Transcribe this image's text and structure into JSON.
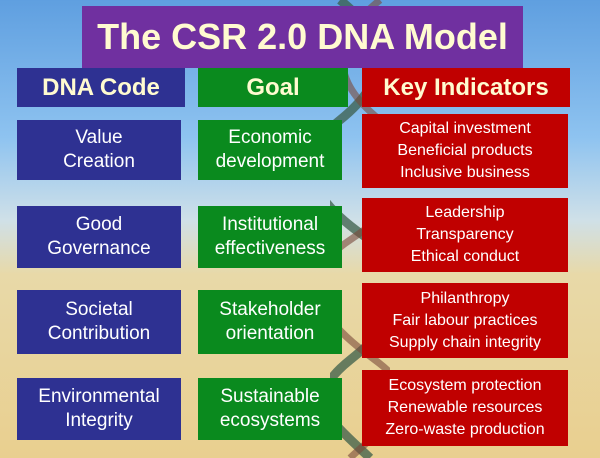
{
  "title": "The CSR 2.0 DNA Model",
  "headers": {
    "code": "DNA Code",
    "goal": "Goal",
    "indicators": "Key Indicators"
  },
  "rows": [
    {
      "code": [
        "Value",
        "Creation"
      ],
      "goal": [
        "Economic",
        "development"
      ],
      "indicators": [
        "Capital investment",
        "Beneficial products",
        "Inclusive business"
      ]
    },
    {
      "code": [
        "Good",
        "Governance"
      ],
      "goal": [
        "Institutional",
        "effectiveness"
      ],
      "indicators": [
        "Leadership",
        "Transparency",
        "Ethical conduct"
      ]
    },
    {
      "code": [
        "Societal",
        "Contribution"
      ],
      "goal": [
        "Stakeholder",
        "orientation"
      ],
      "indicators": [
        "Philanthropy",
        "Fair labour practices",
        "Supply chain integrity"
      ]
    },
    {
      "code": [
        "Environmental",
        "Integrity"
      ],
      "goal": [
        "Sustainable",
        "ecosystems"
      ],
      "indicators": [
        "Ecosystem protection",
        "Renewable resources",
        "Zero-waste production"
      ]
    }
  ],
  "colors": {
    "title": "#7030a0",
    "code": "#2e3192",
    "goal": "#0a8a1e",
    "indicators": "#c00000"
  }
}
